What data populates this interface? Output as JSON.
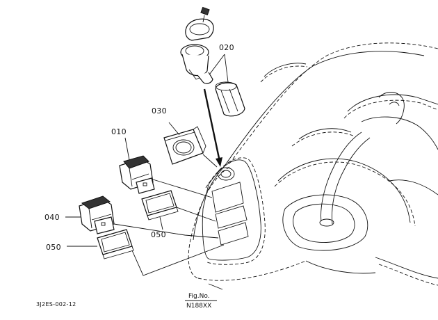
{
  "labels": {
    "p010": "010",
    "p020": "020",
    "p030": "030",
    "p040": "040",
    "p050a": "050",
    "p050b": "050"
  },
  "figure": {
    "fig_label": "Fig.No.",
    "fig_number": "N188XX",
    "drawing_code": "3J2ES-002-12"
  },
  "colors": {
    "line": "#111111",
    "background": "#ffffff"
  }
}
